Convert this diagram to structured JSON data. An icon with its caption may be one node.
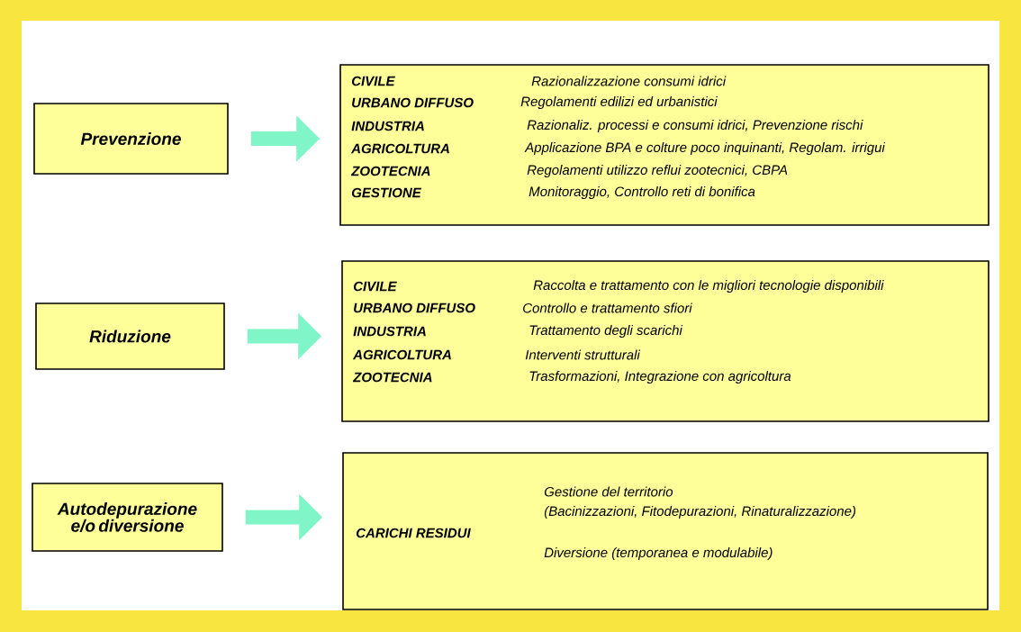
{
  "diagram": {
    "nodes": [
      {
        "text": [
          "Prevenzione"
        ]
      },
      {
        "text": [
          "CIVILE",
          "Razionalizzazione consumi idrici",
          "URBANO DIFFUSO",
          "Regolamenti edilizi ed urbanistici",
          "INDUSTRIA",
          "Razionaliz. processi e consumi idrici, Prevenzione rischi",
          "AGRICOLTURA",
          "Applicazione BPA e colture poco inquinanti, Regolam. irrigui",
          "ZOOTECNIA",
          "Regolamenti utilizzo reflui zootecnici, CBPA",
          "GESTIONE",
          "Monitoraggio, Controllo reti di bonifica"
        ]
      },
      {
        "text": [
          "Riduzione"
        ]
      },
      {
        "text": [
          "CIVILE",
          "Raccolta e trattamento con le migliori tecnologie disponibili",
          "URBANO DIFFUSO",
          "Controllo e trattamento sfiori",
          "INDUSTRIA",
          "Trattamento degli scarichi",
          "AGRICOLTURA",
          "Interventi strutturali",
          "ZOOTECNIA",
          "Trasformazioni, Integrazione con agricoltura"
        ]
      },
      {
        "text": [
          "Autodepurazione e/o diversione"
        ]
      },
      {
        "text": [
          "CARICHI RESIDUI",
          "Gestione del territorio",
          "(Bacinizzazioni, Fitodepurazioni, Rinaturalizzazione)",
          "Diversione (temporanea e modulabile)"
        ]
      }
    ],
    "edges": [
      {
        "from": 0,
        "to": 1,
        "arrow": "to"
      },
      {
        "from": 2,
        "to": 3,
        "arrow": "to"
      },
      {
        "from": 4,
        "to": 5,
        "arrow": "to"
      }
    ]
  }
}
